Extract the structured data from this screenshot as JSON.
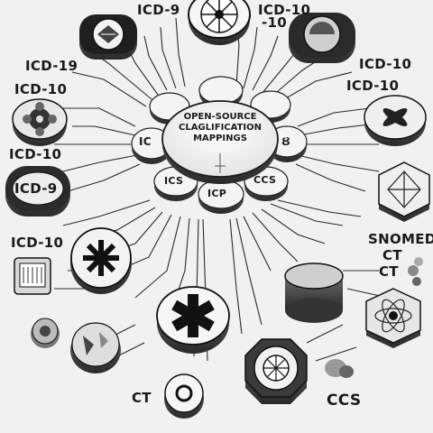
{
  "hub": {
    "title_line1": "OPEN-SOURCE",
    "title_line2": "CLAGLIFICATION",
    "title_line3": "MAPPINGS"
  },
  "petals": {
    "left": "IC",
    "right": "Ȣ",
    "bottom_left": "ICS",
    "bottom_center": "ICP",
    "bottom_right": "CCS"
  },
  "labels": {
    "top_left": "ICD-9",
    "top_right_1": "ICD-10",
    "top_right_2": "-10",
    "left_1": "ICD-19",
    "left_2": "ICD-10",
    "right_1": "ICD-10",
    "right_2": "ICD-10",
    "left_3": "ICD-10",
    "badge": "ICD-9",
    "left_4": "ICD-10",
    "snomed": "SNOMED",
    "ct_1": "CT",
    "ct_2": "CT",
    "ct_bottom": "CT",
    "ccs_bottom": "CCS"
  }
}
